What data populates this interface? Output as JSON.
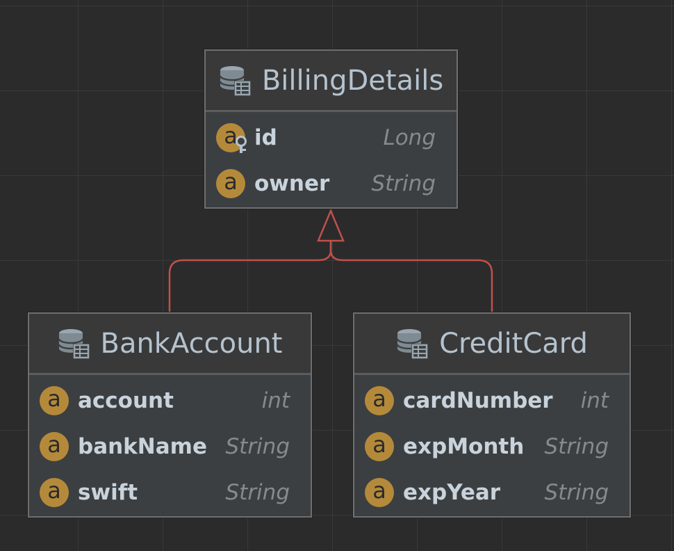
{
  "diagram": {
    "theme": {
      "background": "#2b2b2b",
      "grid": "#3a3a3a",
      "entity_fill": "#3c3f41",
      "entity_border": "#6f6f6f",
      "header_fill": "#393939",
      "title_color": "#b5c3cf",
      "field_color": "#c9d3dc",
      "type_color": "#878a8d",
      "badge_color": "#b48a3a",
      "inheritance_color": "#c0504d"
    },
    "entities": [
      {
        "icon": "database-table-icon",
        "title": "BillingDetails",
        "fields": [
          {
            "badge": "a",
            "key": true,
            "name": "id",
            "type": "Long"
          },
          {
            "badge": "a",
            "key": false,
            "name": "owner",
            "type": "String"
          }
        ]
      },
      {
        "icon": "database-table-icon",
        "title": "BankAccount",
        "fields": [
          {
            "badge": "a",
            "key": false,
            "name": "account",
            "type": "int"
          },
          {
            "badge": "a",
            "key": false,
            "name": "bankName",
            "type": "String"
          },
          {
            "badge": "a",
            "key": false,
            "name": "swift",
            "type": "String"
          }
        ]
      },
      {
        "icon": "database-table-icon",
        "title": "CreditCard",
        "fields": [
          {
            "badge": "a",
            "key": false,
            "name": "cardNumber",
            "type": "int"
          },
          {
            "badge": "a",
            "key": false,
            "name": "expMonth",
            "type": "String"
          },
          {
            "badge": "a",
            "key": false,
            "name": "expYear",
            "type": "String"
          }
        ]
      }
    ],
    "relations": [
      {
        "type": "inheritance",
        "from": "BankAccount",
        "to": "BillingDetails"
      },
      {
        "type": "inheritance",
        "from": "CreditCard",
        "to": "BillingDetails"
      }
    ]
  }
}
